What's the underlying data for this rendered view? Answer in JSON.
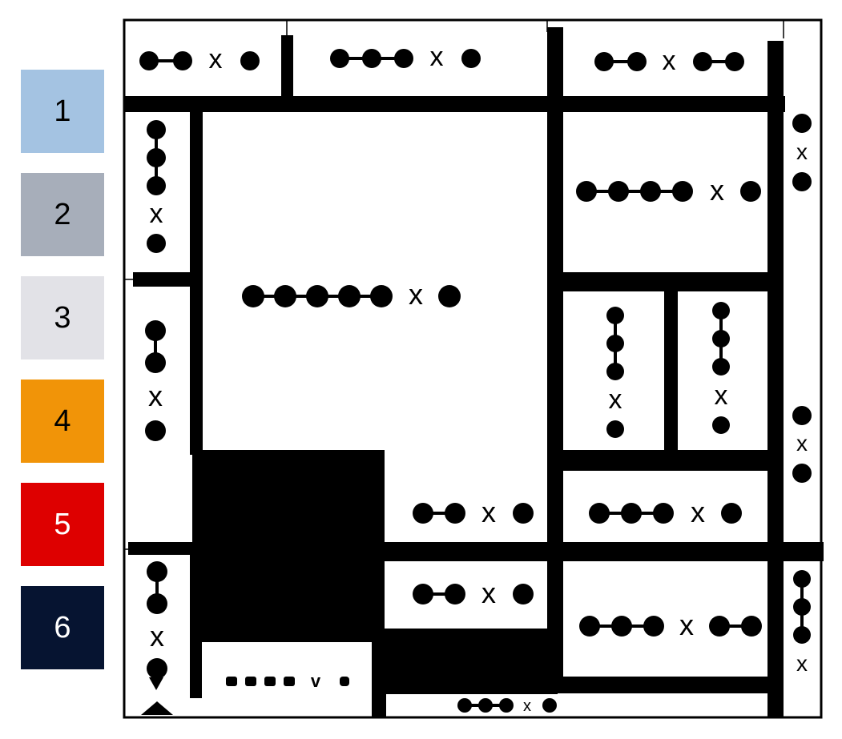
{
  "palette": [
    {
      "label": "1",
      "color": "#a4c3e2",
      "text_color": "#000000"
    },
    {
      "label": "2",
      "color": "#a7aeba",
      "text_color": "#000000"
    },
    {
      "label": "3",
      "color": "#e2e2e7",
      "text_color": "#000000"
    },
    {
      "label": "4",
      "color": "#f19408",
      "text_color": "#000000"
    },
    {
      "label": "5",
      "color": "#de0000",
      "text_color": "#ffffff"
    },
    {
      "label": "6",
      "color": "#061431",
      "text_color": "#ffffff"
    }
  ],
  "board": {
    "rooms": [
      {
        "id": "r1",
        "clue": "2x1"
      },
      {
        "id": "r2",
        "clue": "3x1"
      },
      {
        "id": "r3",
        "clue": "2x2"
      },
      {
        "id": "r4",
        "clue": "3x1"
      },
      {
        "id": "r5",
        "clue": "1x1"
      },
      {
        "id": "r6",
        "clue": "5x1"
      },
      {
        "id": "r7",
        "clue": "4x1"
      },
      {
        "id": "r8",
        "clue": "2x1"
      },
      {
        "id": "r9",
        "clue": "3x1"
      },
      {
        "id": "r10",
        "clue": "3x1"
      },
      {
        "id": "r11",
        "clue": "1x1"
      },
      {
        "id": "r12",
        "clue": "2x1"
      },
      {
        "id": "r13",
        "clue": "3x1"
      },
      {
        "id": "r14",
        "clue": "2x1"
      },
      {
        "id": "r15",
        "clue": "2x1"
      },
      {
        "id": "r16",
        "clue": "3x2"
      },
      {
        "id": "r17",
        "clue": "3x"
      },
      {
        "id": "r18",
        "clue": "4x1"
      },
      {
        "id": "r19",
        "clue": "3x1"
      }
    ]
  }
}
